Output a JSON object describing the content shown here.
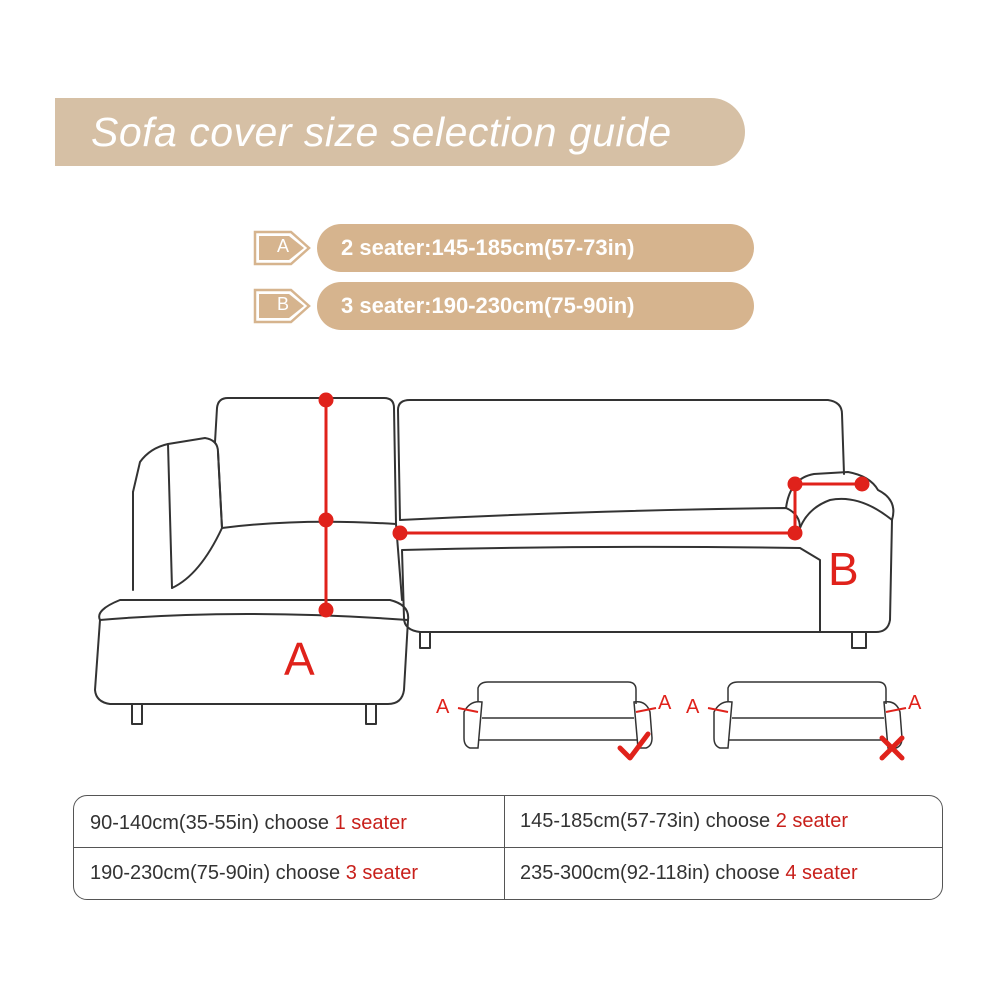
{
  "title": "Sofa cover size selection guide",
  "specs": [
    {
      "letter": "A",
      "text": "2 seater:145-185cm(57-73in)"
    },
    {
      "letter": "B",
      "text": "3 seater:190-230cm(75-90in)"
    }
  ],
  "diagram": {
    "label_a": "A",
    "label_b": "B",
    "small_correct": {
      "left": "A",
      "right": "A"
    },
    "small_wrong": {
      "left": "A",
      "right": "A"
    }
  },
  "size_table": [
    {
      "range": "90-140cm(35-55in) choose",
      "seater": "1 seater"
    },
    {
      "range": "145-185cm(57-73in) choose",
      "seater": "2 seater"
    },
    {
      "range": "190-230cm(75-90in) choose",
      "seater": "3 seater"
    },
    {
      "range": "235-300cm(92-118in) choose",
      "seater": "4 seater"
    }
  ],
  "colors": {
    "title_banner": "#d6c0a5",
    "spec_pill": "#d6b48e",
    "accent_red": "#e0221b",
    "outline": "#333333"
  }
}
